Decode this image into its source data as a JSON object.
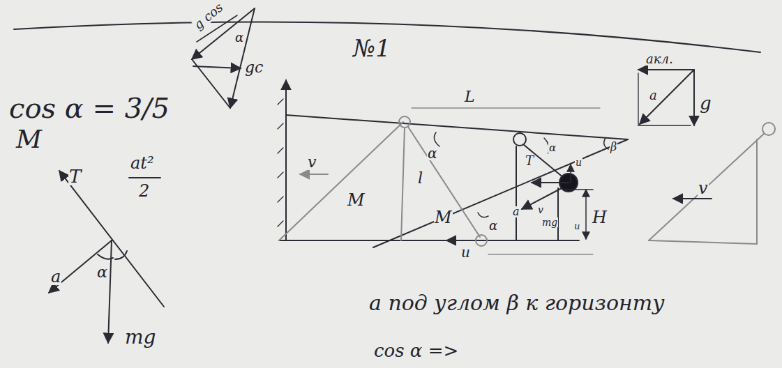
{
  "diagram": {
    "labels": [
      "g cos",
      "α",
      "gc",
      "cos α = 3/5",
      "M",
      "T",
      "at²",
      "2",
      "a",
      "α",
      "mg",
      "№1",
      "v",
      "M",
      "L",
      "α",
      "l",
      "M",
      "α",
      "u",
      "T",
      "α",
      "u",
      "β",
      "a",
      "v",
      "mg",
      "u",
      "H",
      "aкл.",
      "a",
      "g",
      "v",
      "a под углом β к горизонту",
      "cos α =>"
    ]
  }
}
